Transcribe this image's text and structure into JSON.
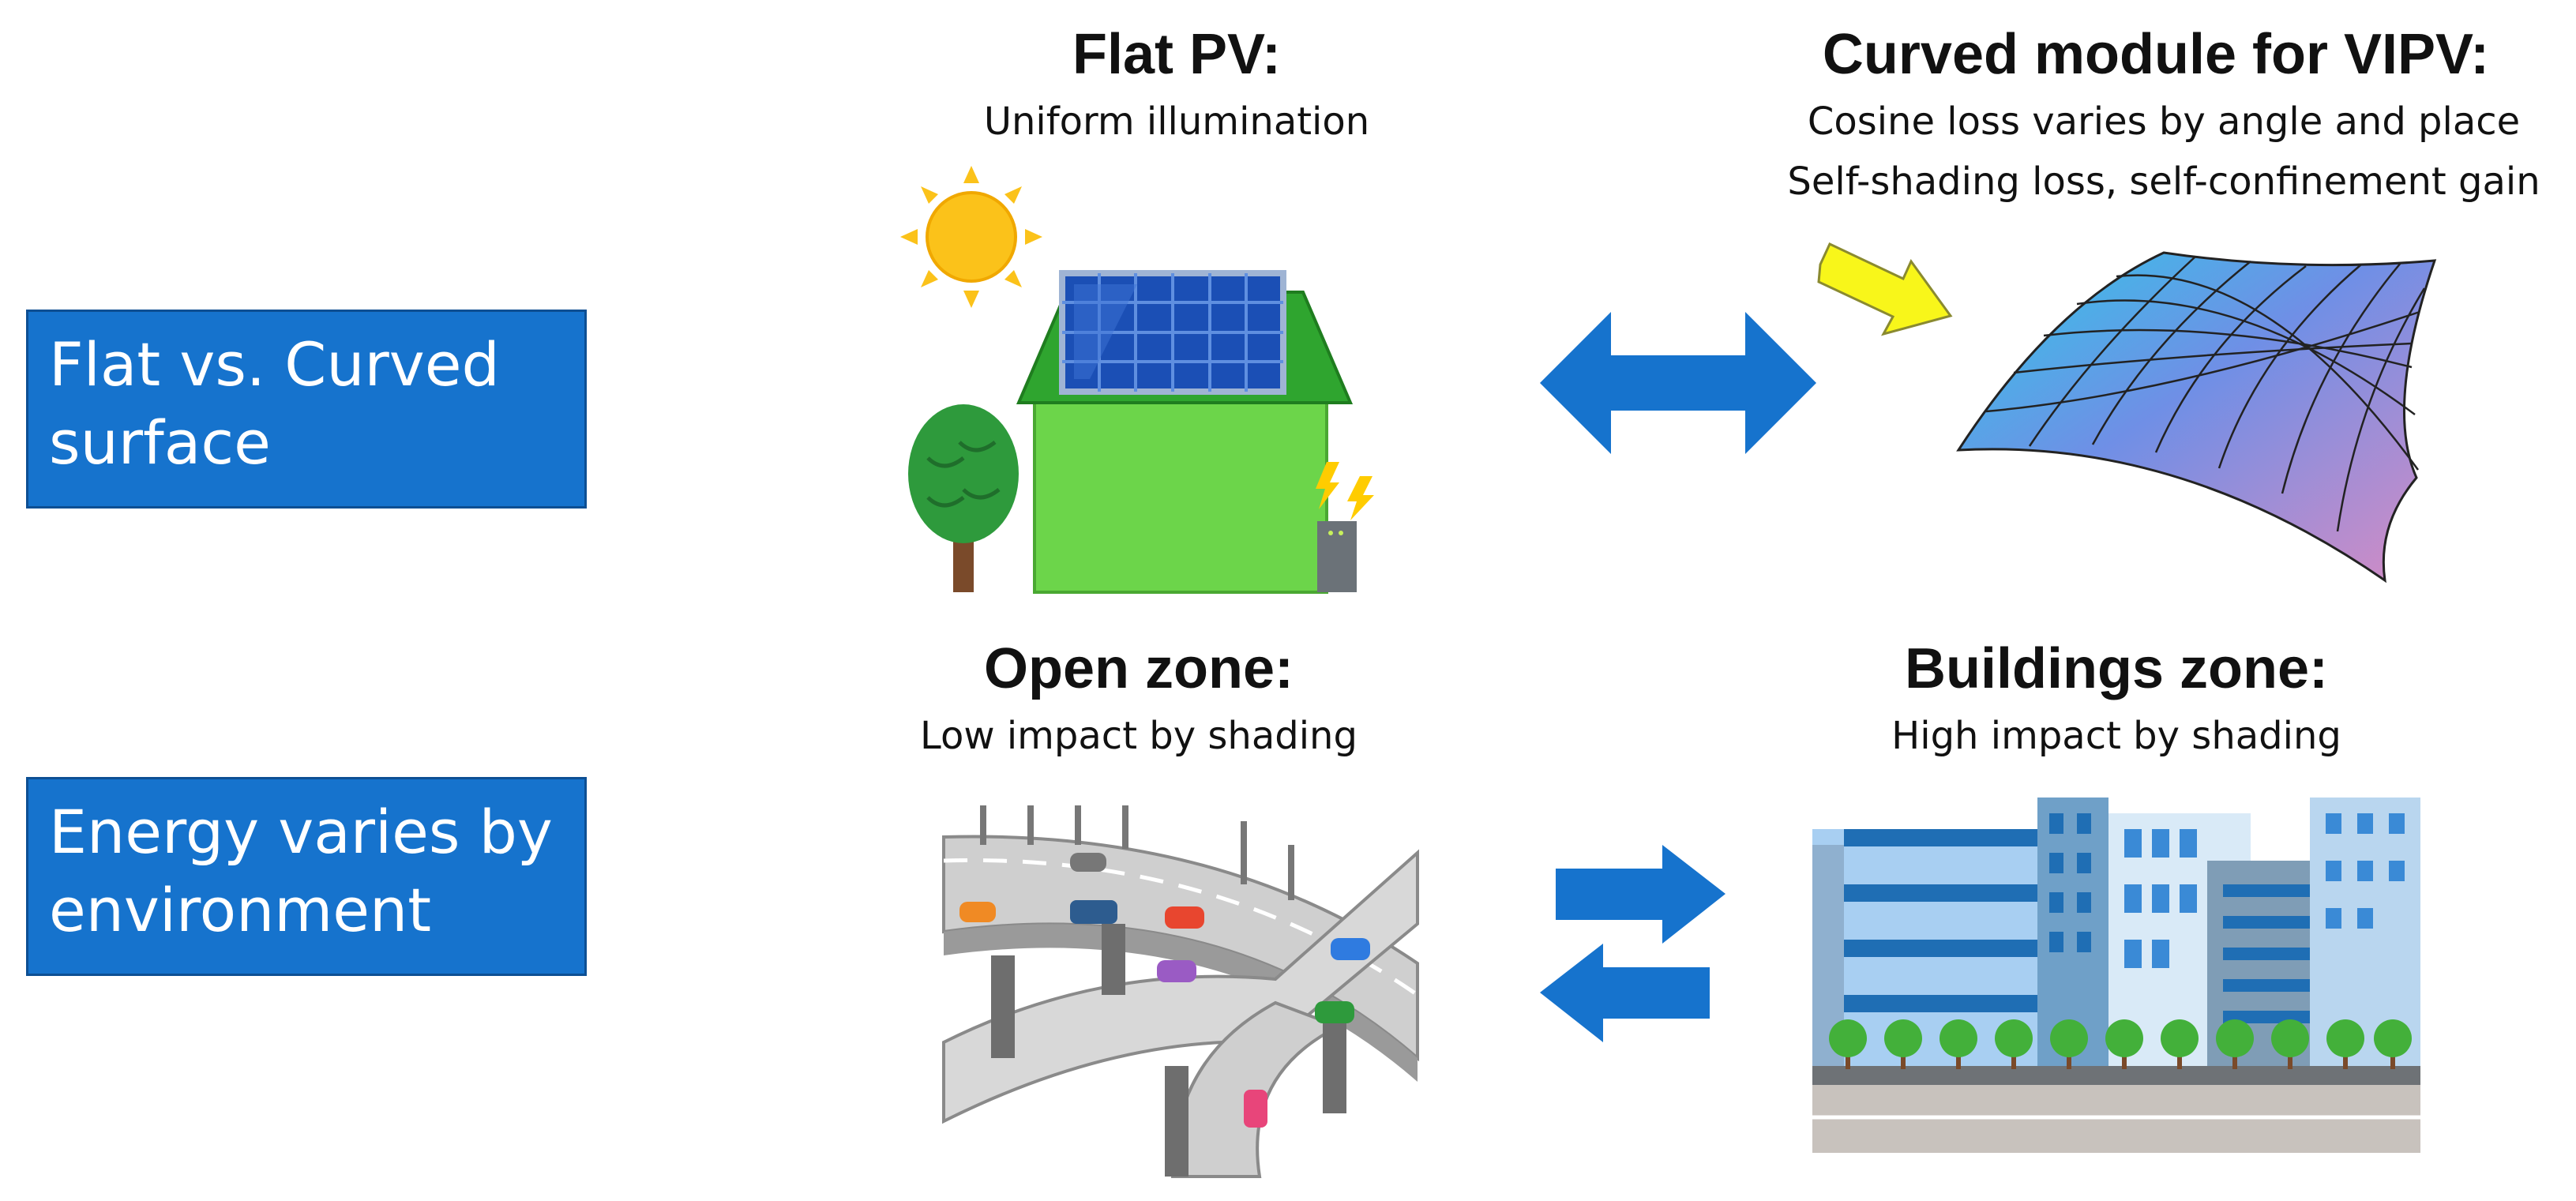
{
  "labels": {
    "row1": {
      "line1": "Flat vs. Curved",
      "line2": "surface"
    },
    "row2": {
      "line1": "Energy varies by",
      "line2": "environment"
    }
  },
  "flat_pv": {
    "title": "Flat PV:",
    "subtitle": "Uniform illumination"
  },
  "curved": {
    "title": "Curved module for VIPV:",
    "line1": "Cosine loss varies by angle and place",
    "line2": "Self-shading loss, self-confinement gain"
  },
  "open_zone": {
    "title": "Open zone:",
    "subtitle": "Low impact by shading"
  },
  "buildings_zone": {
    "title": "Buildings zone:",
    "subtitle": "High impact by shading"
  },
  "colors": {
    "label_box": "#1673cd",
    "arrow": "#1673cd",
    "roof": "#2fa52f",
    "house": "#6cd54a",
    "sun": "#fbc21a",
    "light_arrow": "#f8f61a"
  },
  "icons": [
    "sun-icon",
    "house-icon",
    "tree-icon",
    "lightning-icon",
    "curved-module-icon",
    "highway-icon",
    "buildings-icon"
  ]
}
